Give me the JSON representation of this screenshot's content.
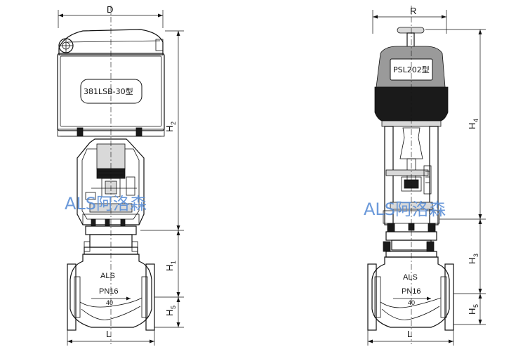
{
  "dimensions": {
    "left": {
      "D": "D",
      "H2": "H",
      "H2_sub": "2",
      "H1": "H",
      "H1_sub": "1",
      "H5": "H",
      "H5_sub": "5",
      "L": "L"
    },
    "right": {
      "R": "R",
      "H4": "H",
      "H4_sub": "4",
      "H3": "H",
      "H3_sub": "3",
      "H5": "H",
      "H5_sub": "5",
      "L": "L"
    }
  },
  "labels": {
    "left_actuator_model": "381LSB-30型",
    "right_actuator_model": "PSL202型"
  },
  "valve_body": {
    "left": {
      "brand": "ALS",
      "pressure": "PN16",
      "size": "40"
    },
    "right": {
      "brand": "ALS",
      "pressure": "PN16",
      "size": "40"
    }
  },
  "watermark": {
    "left": "ALS阿洛森",
    "right": "ALS阿洛森"
  },
  "colors": {
    "line": "#111111",
    "watermark": "#5b8fd6",
    "actuator_dark": "#1a1a1a",
    "actuator_gray": "#9a9a9a"
  }
}
